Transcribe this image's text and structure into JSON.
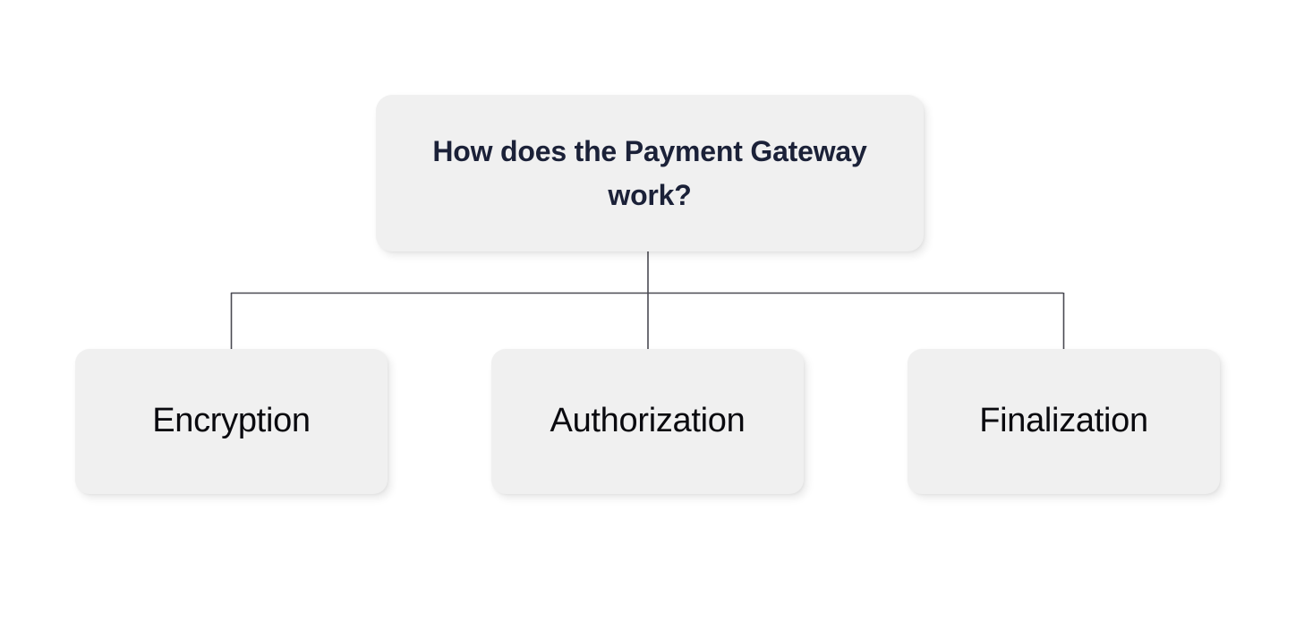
{
  "diagram": {
    "type": "tree-mind-map",
    "background_color": "#FFFFFF",
    "node_fill_color": "#F0F0F0",
    "connector_color": "#4A4A52",
    "root": {
      "label": "How does the Payment Gateway work?",
      "text_color": "#1B2138"
    },
    "children": [
      {
        "label": "Encryption",
        "text_color": "#0A0A0F"
      },
      {
        "label": "Authorization",
        "text_color": "#0A0A0F"
      },
      {
        "label": "Finalization",
        "text_color": "#0A0A0F"
      }
    ]
  }
}
